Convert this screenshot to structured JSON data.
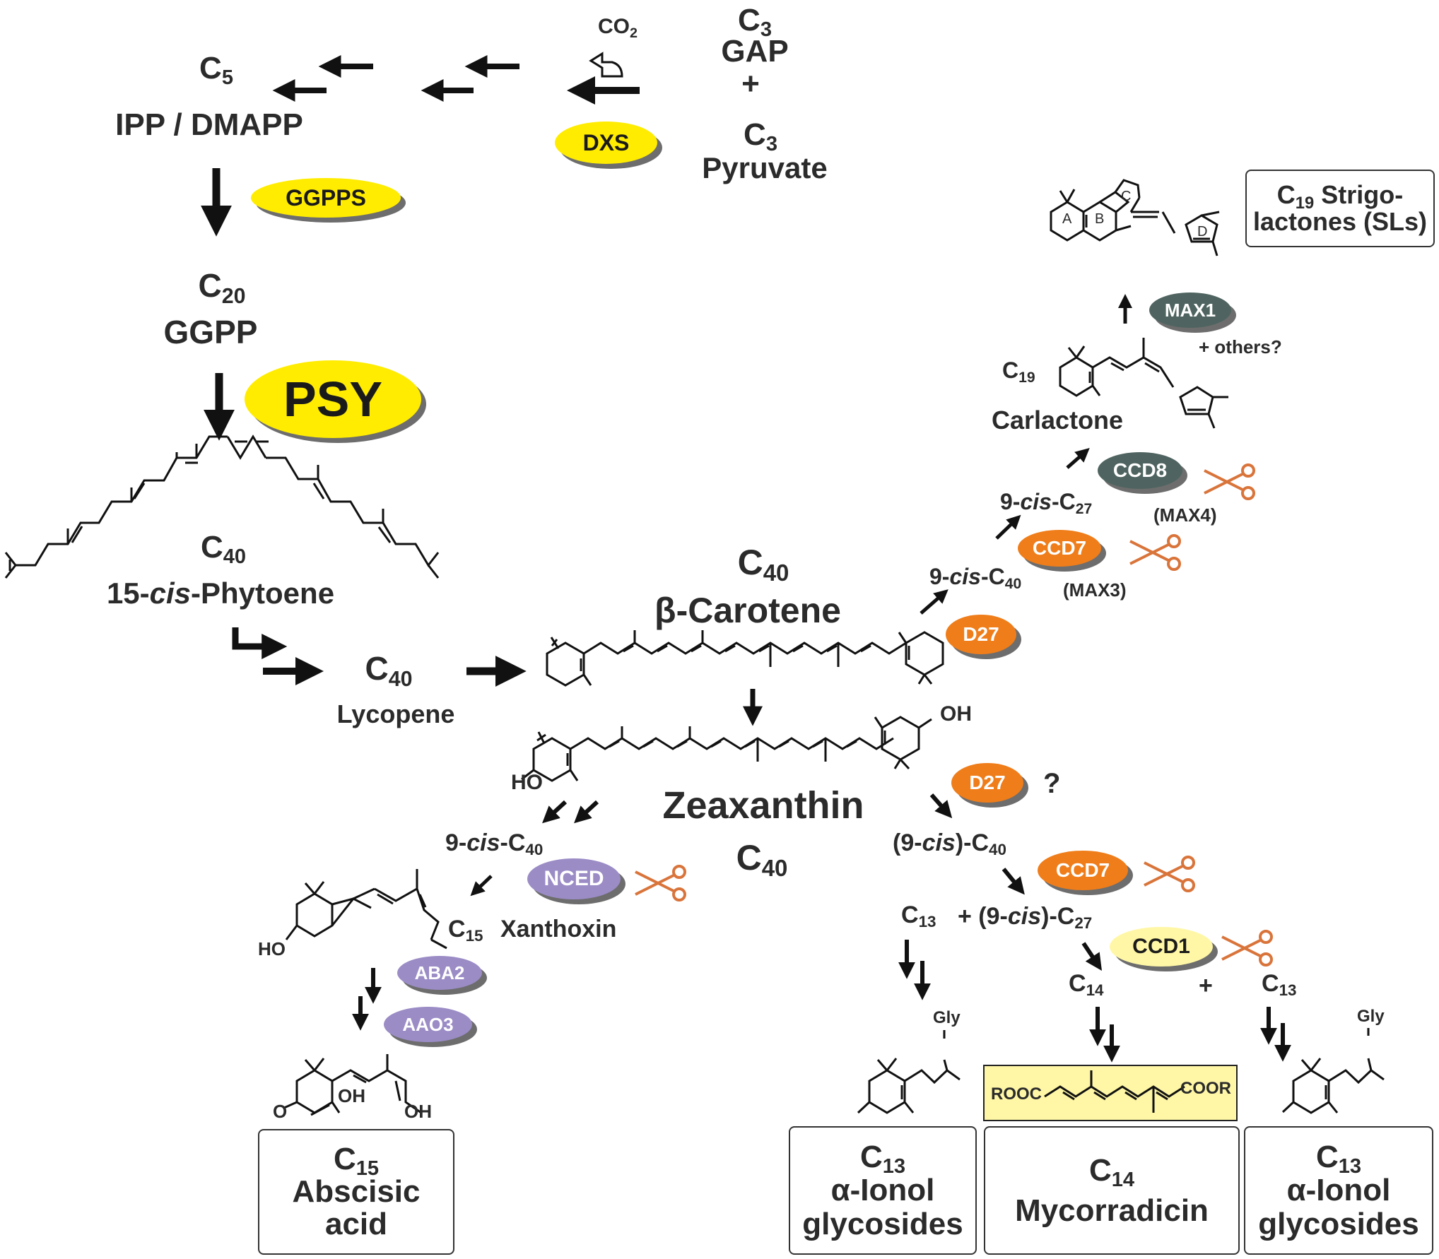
{
  "labels": {
    "c3_top": "C",
    "c3_top_sub": "3",
    "gap": "GAP",
    "plus_top": "+",
    "c3_bottom": "C",
    "c3_bottom_sub": "3",
    "pyruvate": "Pyruvate",
    "co2": "CO",
    "co2_sub": "2",
    "c5": "C",
    "c5_sub": "5",
    "ipp_dmapp": "IPP / DMAPP",
    "c20": "C",
    "c20_sub": "20",
    "ggpp": "GGPP",
    "c40_phytoene": "C",
    "c40_phytoene_sub": "40",
    "phytoene_prefix": "15-",
    "phytoene_italic": "cis",
    "phytoene_suffix": "-Phytoene",
    "c40_lycopene": "C",
    "c40_lycopene_sub": "40",
    "lycopene": "Lycopene",
    "c40_carotene": "C",
    "c40_carotene_sub": "40",
    "beta_carotene": "β-Carotene",
    "zeaxanthin": "Zeaxanthin",
    "c40_zea": "C",
    "c40_zea_sub": "40",
    "left_9cis_prefix": "9-",
    "left_9cis_italic": "cis",
    "left_9cis_suffix": "-C",
    "left_9cis_sub": "40",
    "c15": "C",
    "c15_sub": "15",
    "xanthoxin": "Xanthoxin",
    "ho_xanthoxin": "HO",
    "aba_oh": "OH",
    "aba_acid_oh": "OH",
    "aba_o": "O",
    "right_9cis_c40_prefix": "(9-",
    "right_9cis_c40_italic": "cis",
    "right_9cis_c40_suffix": ")-C",
    "right_9cis_c40_sub": "40",
    "c13_mid": "C",
    "c13_mid_sub": "13",
    "plus_9cis_c27_prefix": "+ (9-",
    "plus_9cis_c27_italic": "cis",
    "plus_9cis_c27_suffix": ")-C",
    "plus_9cis_c27_sub": "27",
    "c14": "C",
    "c14_sub": "14",
    "plus_right": "+",
    "c13_right": "C",
    "c13_right_sub": "13",
    "gly_left": "Gly",
    "gly_right": "Gly",
    "rooc": "ROOC",
    "coor": "COOR",
    "d27_question": "?",
    "up_9cis_c40_prefix": "9-",
    "up_9cis_c40_italic": "cis",
    "up_9cis_c40_suffix": "-C",
    "up_9cis_c40_sub": "40",
    "up_9cis_c27_prefix": "9-",
    "up_9cis_c27_italic": "cis",
    "up_9cis_c27_suffix": "-C",
    "up_9cis_c27_sub": "27",
    "c19": "C",
    "c19_sub": "19",
    "carlactone": "Carlactone",
    "max3": "(MAX3)",
    "max4": "(MAX4)",
    "others": "+ others?",
    "ring_a": "A",
    "ring_b": "B",
    "ring_c": "C",
    "ring_d": "D",
    "zea_oh": "OH",
    "zea_ho": "HO"
  },
  "enzymes": {
    "dxs": "DXS",
    "ggpps": "GGPPS",
    "psy": "PSY",
    "d27_top": "D27",
    "ccd7_top": "CCD7",
    "ccd8": "CCD8",
    "max1": "MAX1",
    "nced": "NCED",
    "aba2": "ABA2",
    "aao3": "AAO3",
    "d27_mid": "D27",
    "ccd7_mid": "CCD7",
    "ccd1": "CCD1"
  },
  "boxes": {
    "sl_c": "C",
    "sl_sub": "19",
    "sl_line1": "Strigo-",
    "sl_line2": "lactones (SLs)",
    "aba_c": "C",
    "aba_sub": "15",
    "aba_line1": "Abscisic",
    "aba_line2": "acid",
    "ionol1_c": "C",
    "ionol1_sub": "13",
    "ionol1_line1": "α-Ionol",
    "ionol1_line2": "glycosides",
    "myco_c": "C",
    "myco_sub": "14",
    "myco_line1": "Mycorradicin",
    "ionol2_c": "C",
    "ionol2_sub": "13",
    "ionol2_line1": "α-Ionol",
    "ionol2_line2": "glycosides"
  },
  "colors": {
    "yellow": "#ffec00",
    "pale_yellow": "#fff7a6",
    "orange": "#ef7d1a",
    "purple": "#9b8cc6",
    "slate": "#4f6460",
    "scissors": "#d9743a"
  }
}
